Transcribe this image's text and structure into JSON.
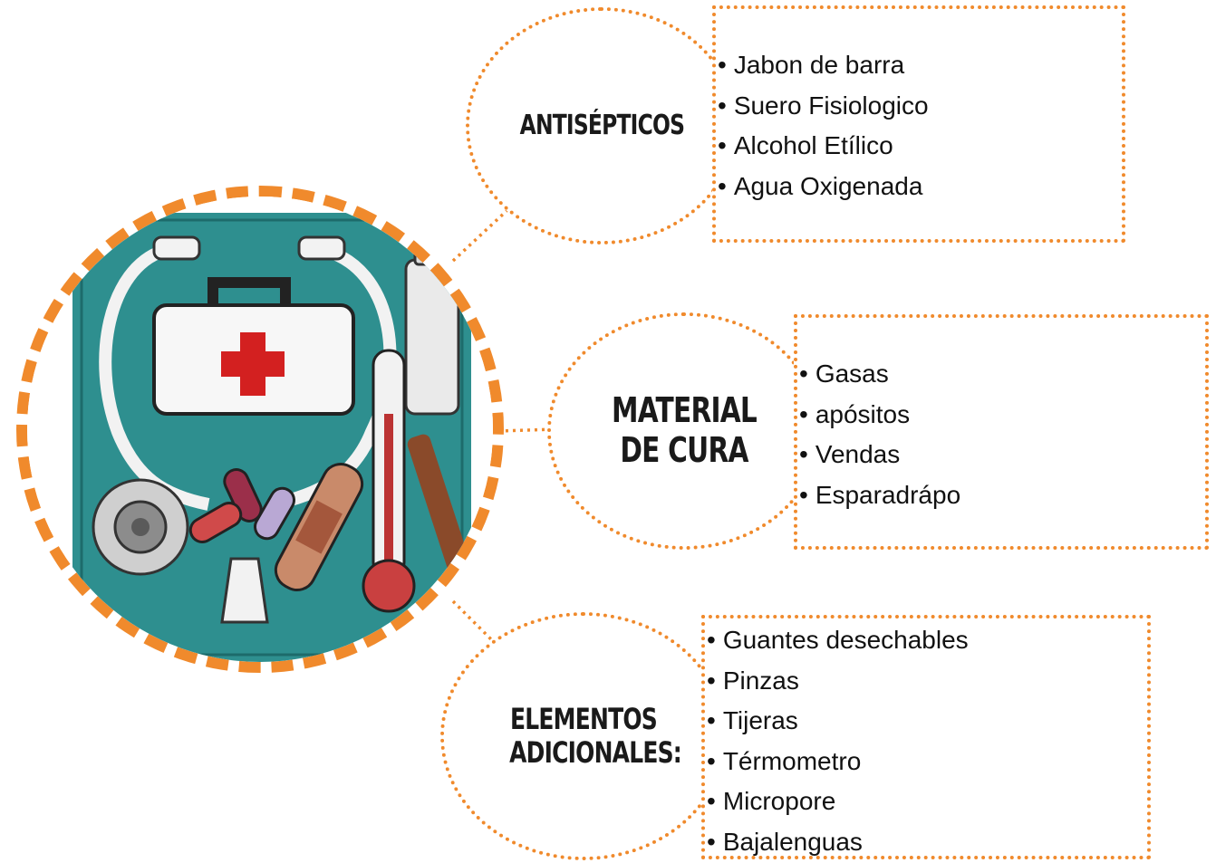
{
  "colors": {
    "accent": "#f08a2c",
    "teal": "#2e8f8f",
    "cross": "#d32020"
  },
  "hub": {
    "icon": "first-aid-kit-icon"
  },
  "categories": [
    {
      "title": "ANTISÉPTICOS",
      "items": [
        "Jabon de barra",
        "Suero Fisiologico",
        "Alcohol Etílico",
        "Agua Oxigenada"
      ]
    },
    {
      "title": "MATERIAL DE CURA",
      "items": [
        "Gasas",
        "apósitos",
        "Vendas",
        "Esparadrápo"
      ]
    },
    {
      "title": "ELEMENTOS ADICIONALES:",
      "items": [
        "Guantes desechables",
        "Pinzas",
        "Tijeras",
        "Térmometro",
        "Micropore",
        "Bajalenguas"
      ]
    }
  ]
}
